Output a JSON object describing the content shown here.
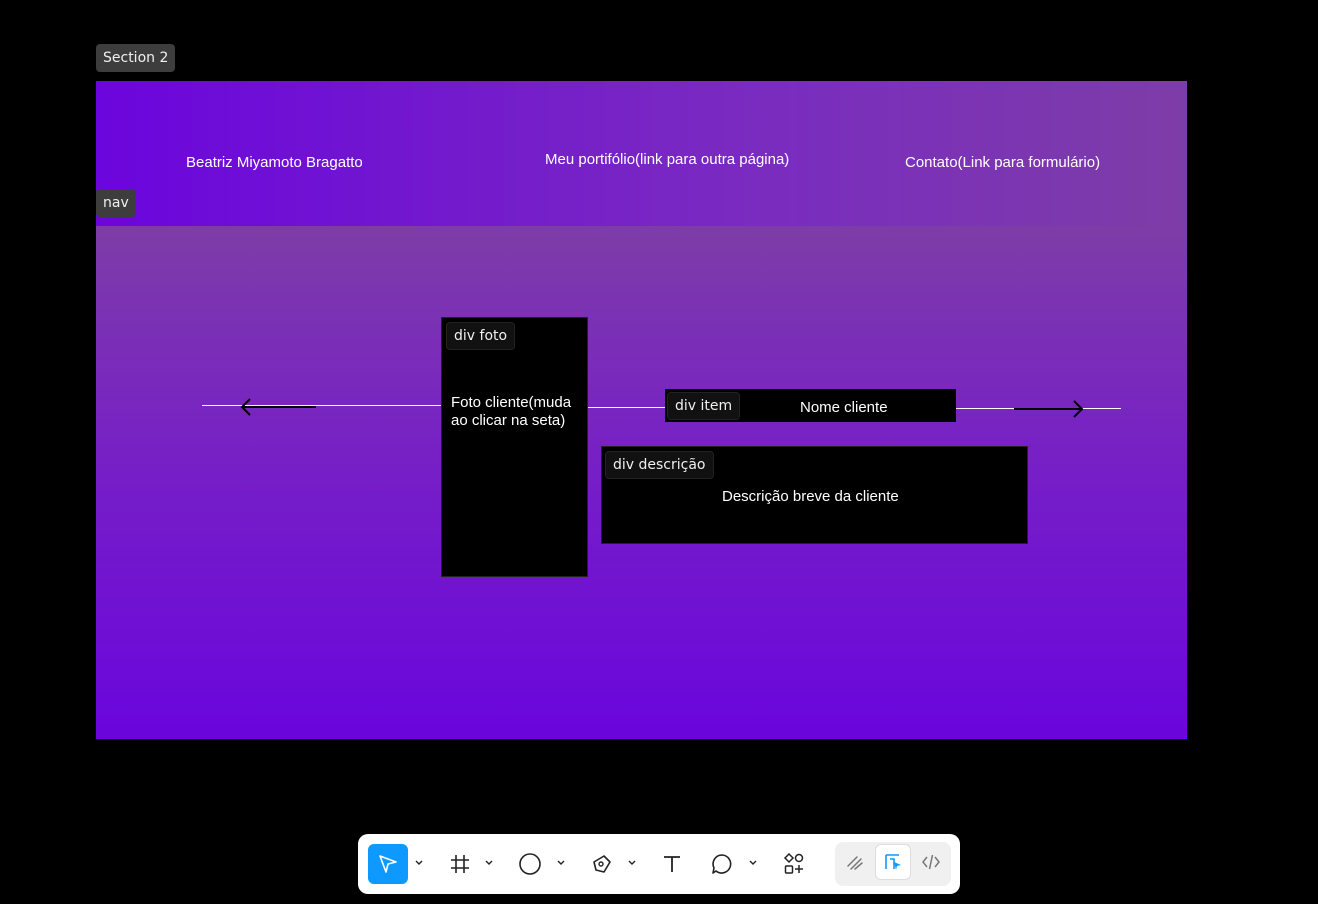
{
  "canvas": {
    "section_label": "Section 2",
    "nav_label": "nav"
  },
  "nav": {
    "name": "Beatriz Miyamoto Bragatto",
    "portfolio": "Meu portifólio(link para outra página)",
    "contact": "Contato(Link para formulário)"
  },
  "carousel": {
    "foto_label": "div foto",
    "foto_text": "Foto cliente(muda ao clicar na seta)",
    "item_label": "div item",
    "item_text": "Nome cliente",
    "desc_label": "div descrição",
    "desc_text": "Descrição breve da cliente"
  },
  "toolbar": {
    "tools": [
      "move-tool",
      "frame-tool",
      "shape-tool",
      "pen-tool",
      "text-tool",
      "comment-tool",
      "actions-tool"
    ],
    "modes": [
      "draw-mode",
      "design-mode",
      "dev-mode"
    ],
    "active_color": "#0d99ff"
  }
}
